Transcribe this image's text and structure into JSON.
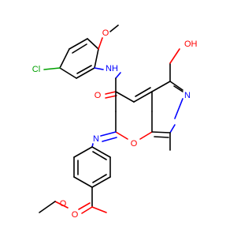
{
  "colors": {
    "carbon_bond": "#000000",
    "oxygen": "#ff0000",
    "nitrogen": "#0000ff",
    "chlorine": "#00a000",
    "background": "#ffffff"
  },
  "atom_labels": {
    "cl": "Cl",
    "nh": "NH",
    "o_methoxy": "O",
    "oh": "OH",
    "o_amide": "O",
    "n_pyridine": "N",
    "o_ring": "O",
    "n_imine": "N",
    "o_ester_carbonyl": "O",
    "o_ester": "O"
  }
}
